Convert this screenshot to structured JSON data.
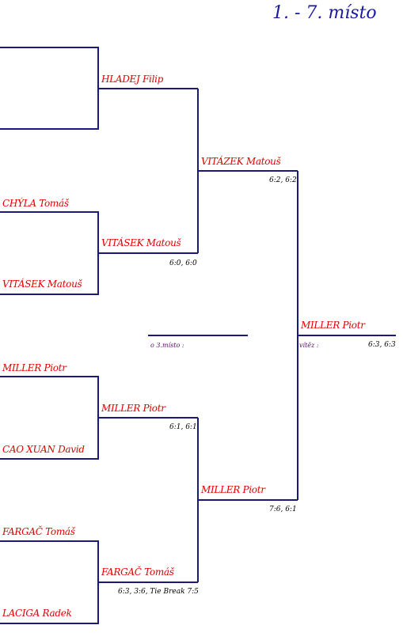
{
  "title": "1. - 7. místo",
  "round1": [
    {
      "top": "",
      "bottom": ""
    },
    {
      "top": "CHÝLA Tomáš",
      "bottom": "VITÁSEK Matouš"
    },
    {
      "top": "MILLER Piotr",
      "bottom": "CAO XUAN David"
    },
    {
      "top": "FARGAČ Tomáš",
      "bottom": "LACIGA Radek"
    }
  ],
  "round2": [
    {
      "winner": "HLADEJ Filip",
      "score": ""
    },
    {
      "winner": "VITÁSEK Matouš",
      "score": "6:0, 6:0"
    },
    {
      "winner": "MILLER Piotr",
      "score": "6:1, 6:1"
    },
    {
      "winner": "FARGAČ Tomáš",
      "score": "6:3, 3:6, Tie Break 7:5"
    }
  ],
  "semifinal": [
    {
      "winner": "VITÁZEK Matouš",
      "score": "6:2, 6:2"
    },
    {
      "winner": "MILLER Piotr",
      "score": "7:6, 6:1"
    }
  ],
  "final": {
    "winner": "MILLER Piotr",
    "label": "vítěz :",
    "score": "6:3, 6:3"
  },
  "third_place": {
    "label": "o 3.místo :",
    "winner": ""
  },
  "colors": {
    "lines": "#1a1a7a",
    "names": "#e00000",
    "title": "#1a1aa0"
  }
}
